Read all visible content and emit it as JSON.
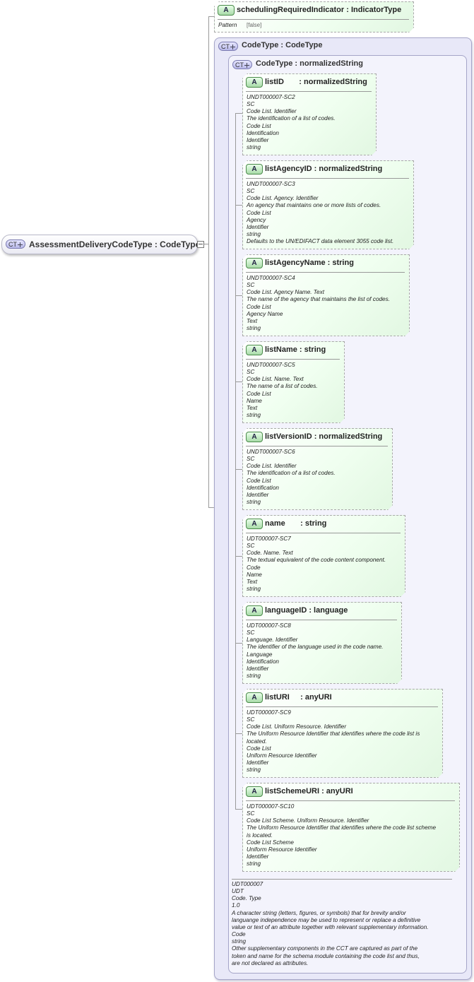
{
  "root": {
    "badge": "CT",
    "title": "AssessmentDeliveryCodeType : CodeType"
  },
  "top_attribute": {
    "badge": "A",
    "name": "schedulingRequiredIndicator : IndicatorType",
    "pattern_label": "Pattern",
    "pattern_value": "[false]"
  },
  "outer_type": {
    "badge": "CT",
    "title": "CodeType : CodeType"
  },
  "inner_type": {
    "badge": "CT",
    "title": "CodeType : normalizedString"
  },
  "attributes": [
    {
      "badge": "A",
      "name": "listID       : normalizedString",
      "doc": [
        "UNDT000007-SC2",
        "SC",
        "Code List. Identifier",
        "The identification of a list of codes.",
        "Code List",
        "Identification",
        "Identifier",
        "string"
      ]
    },
    {
      "badge": "A",
      "name": "listAgencyID : normalizedString",
      "doc": [
        "UNDT000007-SC3",
        "SC",
        "Code List. Agency. Identifier",
        "An agency that maintains one or more lists of codes.",
        "Code List",
        "Agency",
        "Identifier",
        "string",
        "Defaults to the UN/EDIFACT data element 3055 code list."
      ]
    },
    {
      "badge": "A",
      "name": "listAgencyName : string",
      "doc": [
        "UNDT000007-SC4",
        "SC",
        "Code List. Agency Name. Text",
        "The name of the agency that maintains the list of codes.",
        "Code List",
        "Agency Name",
        "Text",
        "string"
      ]
    },
    {
      "badge": "A",
      "name": "listName : string",
      "doc": [
        "UNDT000007-SC5",
        "SC",
        "Code List. Name. Text",
        "The name of a list of codes.",
        "Code List",
        "Name",
        "Text",
        "string"
      ]
    },
    {
      "badge": "A",
      "name": "listVersionID : normalizedString",
      "doc": [
        "UNDT000007-SC6",
        "SC",
        "Code List. Identifier",
        "The identification of a list of codes.",
        "Code List",
        "Identification",
        "Identifier",
        "string"
      ]
    },
    {
      "badge": "A",
      "name": "name       : string",
      "doc": [
        "UDT000007-SC7",
        "SC",
        "Code. Name. Text",
        "The textual equivalent of the code content component.",
        "Code",
        "Name",
        "Text",
        "string"
      ]
    },
    {
      "badge": "A",
      "name": "languageID : language",
      "doc": [
        "UDT000007-SC8",
        "SC",
        "Language. Identifier",
        "The identifier of the language used in the code name.",
        "Language",
        "Identification",
        "Identifier",
        "string"
      ]
    },
    {
      "badge": "A",
      "name": "listURI     : anyURI",
      "doc": [
        "UDT000007-SC9",
        "SC",
        "Code List. Uniform Resource. Identifier",
        "The Uniform Resource Identifier that identifies where the code list is",
        "located.",
        "Code List",
        "Uniform Resource Identifier",
        "Identifier",
        "string"
      ]
    },
    {
      "badge": "A",
      "name": "listSchemeURI : anyURI",
      "doc": [
        "UDT000007-SC10",
        "SC",
        "Code List Scheme. Uniform Resource. Identifier",
        "The Uniform Resource Identifier that identifies where the code list scheme",
        "is located.",
        "Code List Scheme",
        "Uniform Resource Identifier",
        "Identifier",
        "string"
      ]
    }
  ],
  "footer_doc": [
    "UDT000007",
    "UDT",
    "Code. Type",
    "1.0",
    "A character string (letters, figures, or symbols) that for brevity and/or",
    "languange independence may be used to represent or replace a definitive",
    "value or text of an attribute together with relevant supplementary information.",
    "Code",
    "string",
    "Other supplementary components in the CCT are captured as part of the",
    "token and name for the schema module containing the code list and thus,",
    "are not declared as attributes."
  ]
}
